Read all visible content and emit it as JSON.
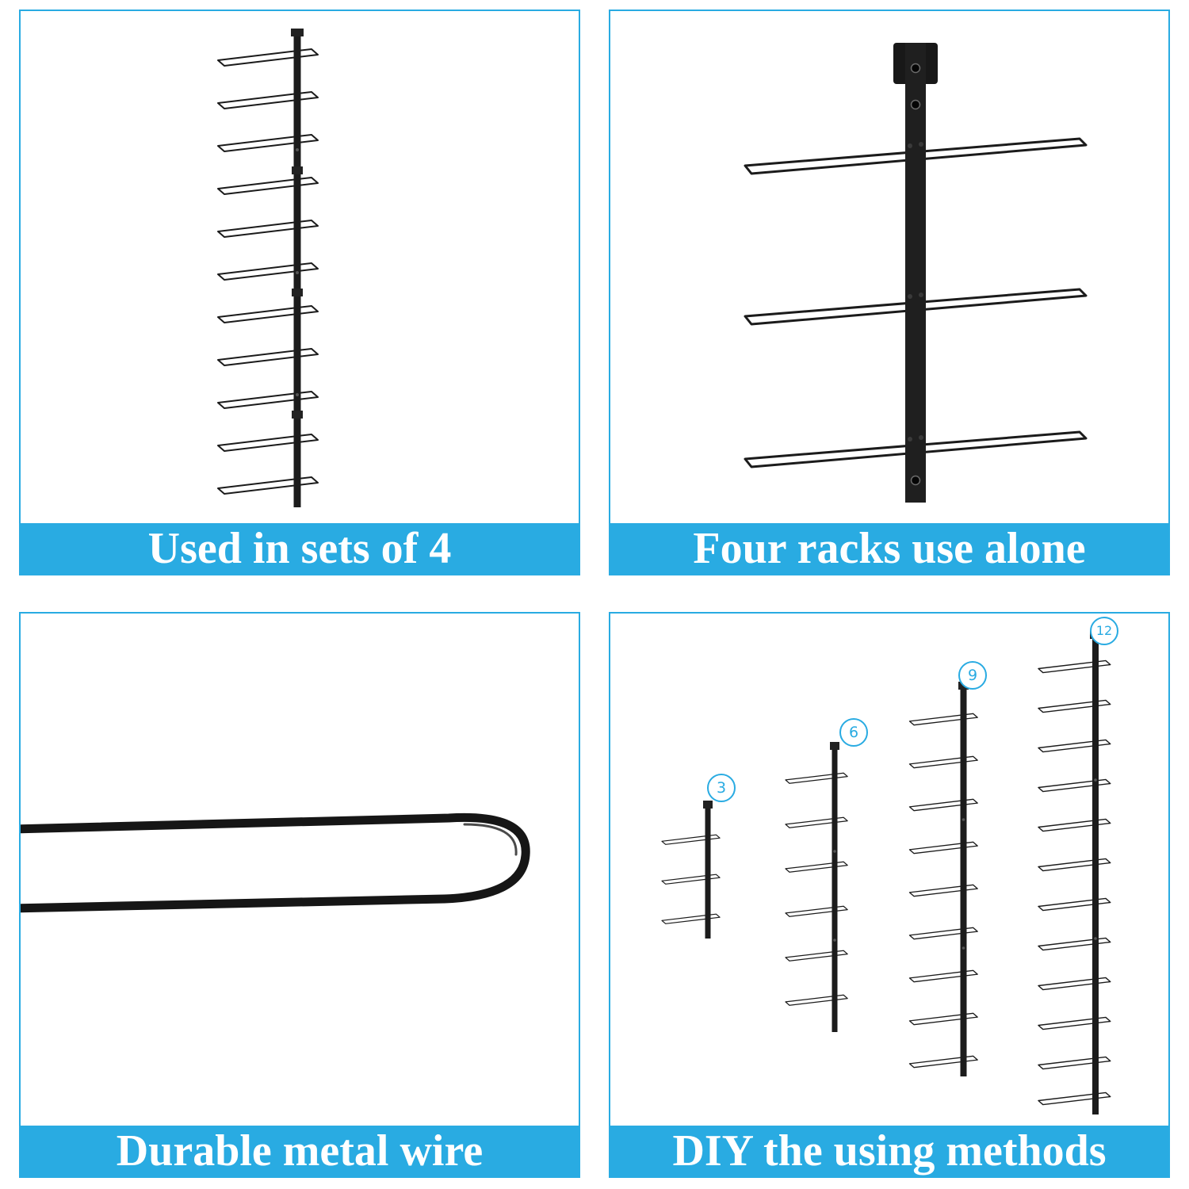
{
  "theme": {
    "accent": "#29ABE2",
    "caption_text_color": "#FFFFFF",
    "wire_color": "#1B1B1B",
    "background": "#FFFFFF"
  },
  "panels": [
    {
      "id": "used-in-sets",
      "caption": "Used in sets of 4"
    },
    {
      "id": "four-racks-alone",
      "caption": "Four racks use alone"
    },
    {
      "id": "durable-wire",
      "caption": "Durable metal wire"
    },
    {
      "id": "diy-methods",
      "caption": "DIY the using methods",
      "rack_size_labels": [
        "3",
        "6",
        "9",
        "12"
      ]
    }
  ]
}
